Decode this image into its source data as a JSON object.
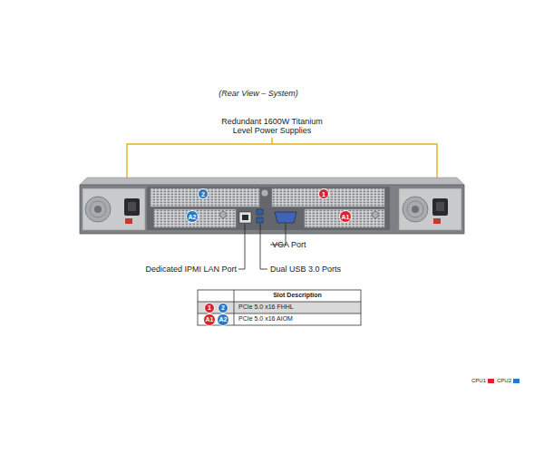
{
  "diagram": {
    "title": "(Rear View – System)",
    "nodes": [
      {
        "text": [
          "2"
        ]
      },
      {
        "text": [
          "1"
        ]
      },
      {
        "text": [
          "A2"
        ]
      },
      {
        "text": [
          "A1"
        ]
      },
      {
        "text": [
          "1"
        ]
      },
      {
        "text": [
          "2"
        ]
      },
      {
        "text": [
          "A1"
        ]
      },
      {
        "text": [
          "A2"
        ]
      }
    ],
    "labels": [
      "Redundant 1600W Titanium Level Power Supplies",
      "VGA Port",
      "Dedicated IPMI LAN Port",
      "Dual USB 3.0 Ports",
      "Slot Description",
      "PCIe 5.0 x16 FHHL",
      "PCIe 5.0 x16 AIOM"
    ],
    "legend": [
      {
        "text": "CPU1",
        "color": "#d7262e"
      },
      {
        "text": "CPU2",
        "color": "#2a78c2"
      }
    ]
  }
}
